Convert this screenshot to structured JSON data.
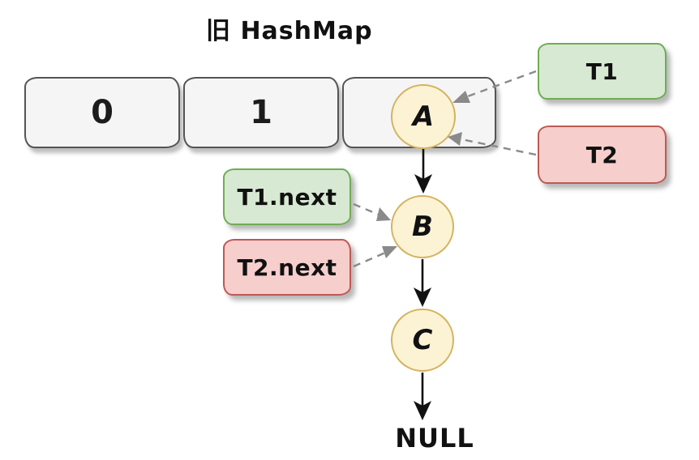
{
  "title": "旧 HashMap",
  "hash_table": {
    "buckets": [
      {
        "label": "0"
      },
      {
        "label": "1"
      },
      {
        "label": ""
      }
    ]
  },
  "linked_list": {
    "nodes": [
      {
        "label": "A"
      },
      {
        "label": "B"
      },
      {
        "label": "C"
      }
    ],
    "terminator": "NULL"
  },
  "thread_pointers": [
    {
      "label": "T1",
      "type": "green"
    },
    {
      "label": "T2",
      "type": "red"
    }
  ],
  "thread_next_pointers": [
    {
      "label": "T1.next",
      "type": "green"
    },
    {
      "label": "T2.next",
      "type": "red"
    }
  ],
  "colors": {
    "bucket_fill": "#f5f5f5",
    "bucket_border": "#545454",
    "node_fill": "#fcf2d4",
    "node_border": "#d4b35f",
    "green_fill": "#d7e9d2",
    "green_border": "#6fad55",
    "red_fill": "#f6cecb",
    "red_border": "#bd5a55",
    "arrow": "#111111",
    "dashed_arrow": "#8a8a8a"
  }
}
